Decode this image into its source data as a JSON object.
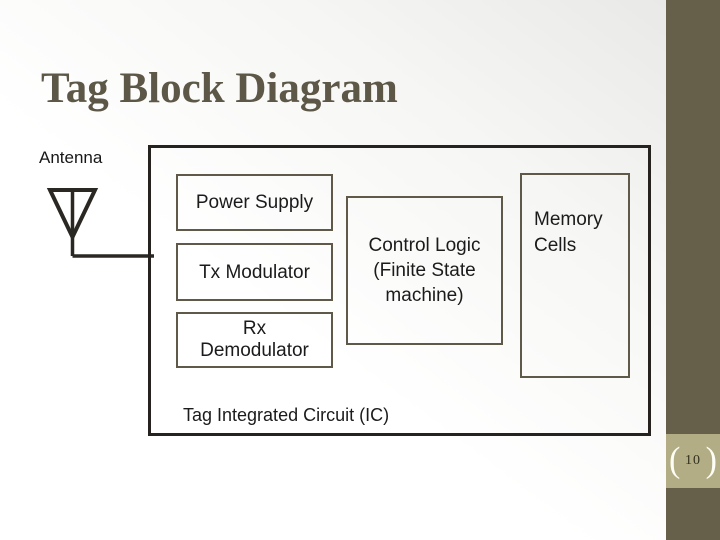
{
  "title": "Tag Block Diagram",
  "antenna": {
    "label": "Antenna"
  },
  "diagram": {
    "power_supply": "Power Supply",
    "tx_modulator": "Tx Modulator",
    "rx_demodulator_line1": "Rx",
    "rx_demodulator_line2": "Demodulator",
    "control_logic_line1": "Control Logic",
    "control_logic_line2": "(Finite State",
    "control_logic_line3": "machine)",
    "memory_cells_line1": "Memory",
    "memory_cells_line2": "Cells",
    "ic_label": "Tag Integrated Circuit (IC)"
  },
  "footer": {
    "paren_open": "(",
    "page_number": "10",
    "paren_close": ")"
  },
  "colors": {
    "accent_bar": "#665f49",
    "page_badge": "#b2ad84",
    "title_text": "#5d5747",
    "outer_border": "#26221f",
    "inner_border": "#5f594a",
    "body_text": "#1b1b1b"
  }
}
